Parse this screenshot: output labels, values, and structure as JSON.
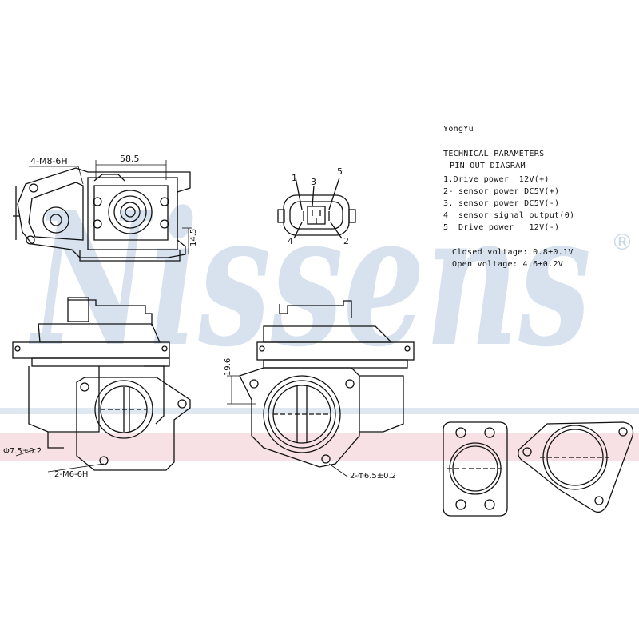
{
  "watermark": {
    "text": "Nissens",
    "registered": "®",
    "color": "#c9d8e8"
  },
  "accent_band_color": "#f2c9cf",
  "specs": {
    "brand": "YongYu",
    "heading": "TECHNICAL PARAMETERS",
    "subheading": "PIN OUT DIAGRAM",
    "pins": [
      "1.Drive power  12V(+)",
      "2- sensor power DC5V(+)",
      "3. sensor power DC5V(-)",
      "4  sensor signal output(0)",
      "5  Drive power   12V(-)"
    ],
    "closed_voltage": "Closed voltage: 0.8±0.1V",
    "open_voltage": "Open voltage: 4.6±0.2V"
  },
  "connector": {
    "pin_labels": [
      "1",
      "3",
      "5",
      "4",
      "2"
    ]
  },
  "dimensions": {
    "top_bolts": "4-M8-6H",
    "width": "58.5",
    "height_small": "14.5",
    "height_side": "19.6",
    "left_bore": "Φ7.5±0.2",
    "bottom_bolts": "2-M6-6H",
    "right_bore": "2-Φ6.5±0.2"
  }
}
